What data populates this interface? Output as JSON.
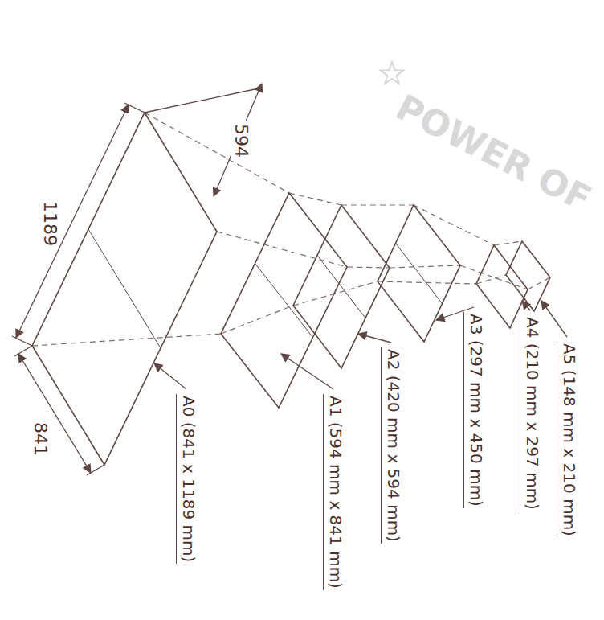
{
  "diagram": {
    "labels": [
      "1189",
      "594",
      "841",
      "A0 (841 x 1189 mm)",
      "A1 (594 mm x 841 mm)",
      "A2 (420 mm x 594 mm)",
      "A3 (297 mm x 450 mm)",
      "A4 (210 mm x 297 mm)",
      "A5 (148 mm x 210 mm)",
      "POWER OF"
    ]
  }
}
